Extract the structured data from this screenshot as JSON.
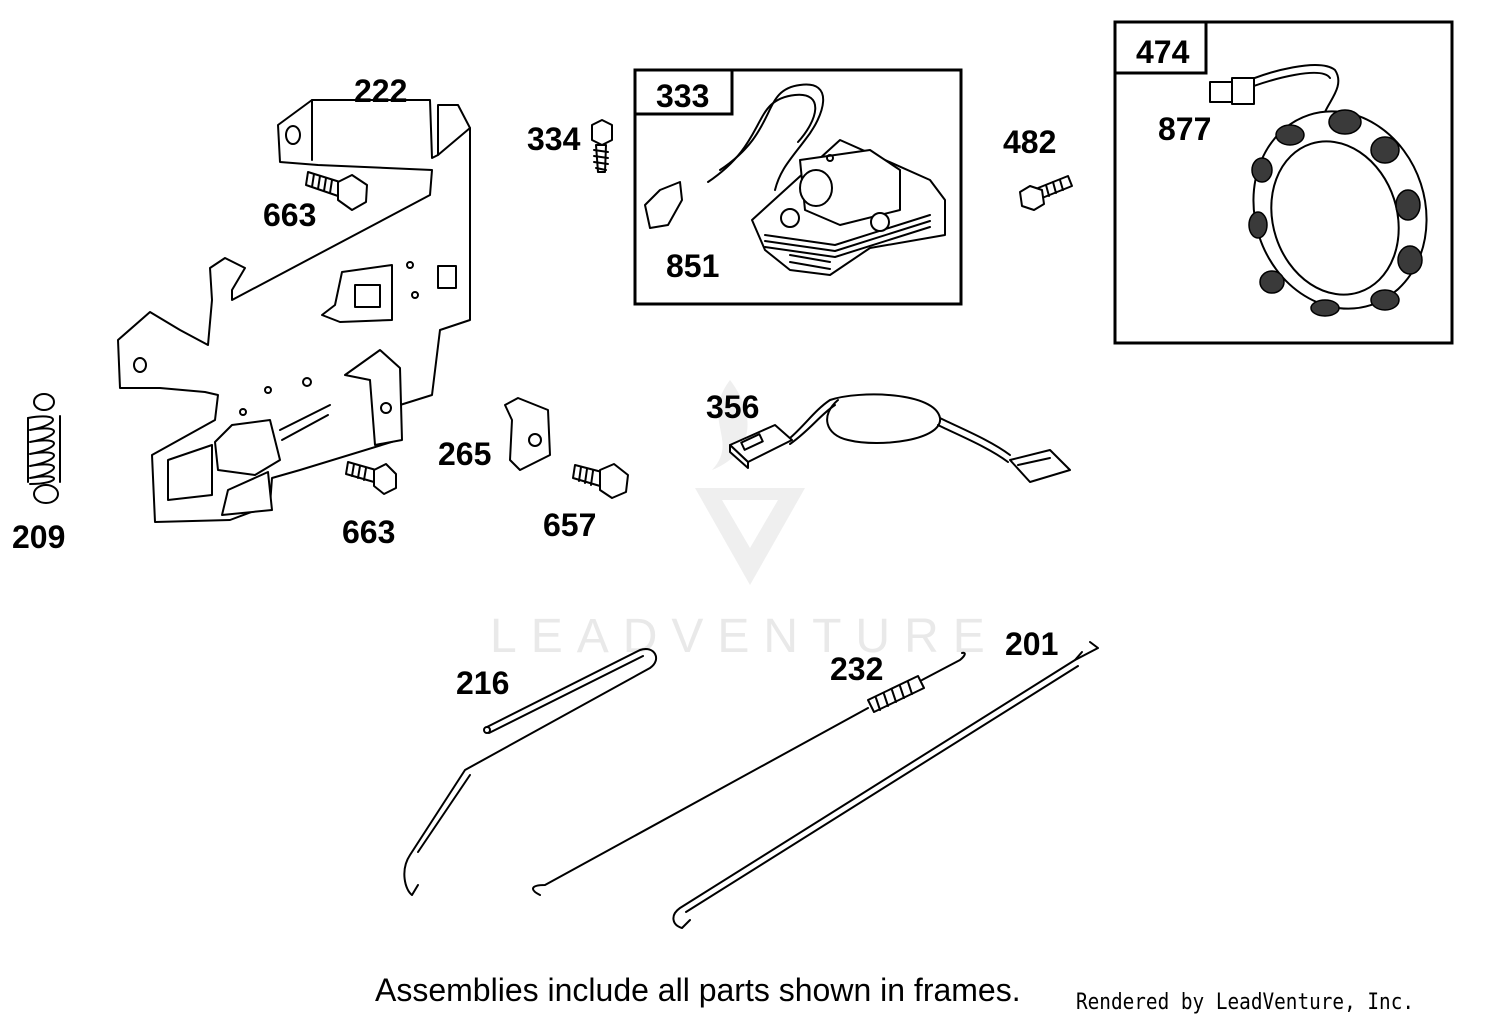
{
  "diagram": {
    "callouts": {
      "p222": "222",
      "p663a": "663",
      "p663b": "663",
      "p209": "209",
      "p265": "265",
      "p657": "657",
      "p334": "334",
      "p333": "333",
      "p851": "851",
      "p482": "482",
      "p474": "474",
      "p877": "877",
      "p356": "356",
      "p216": "216",
      "p232": "232",
      "p201": "201"
    },
    "watermark": "LEADVENTURE"
  },
  "footer": {
    "note": "Assemblies include all parts shown in frames.",
    "credit": "Rendered by LeadVenture, Inc."
  }
}
